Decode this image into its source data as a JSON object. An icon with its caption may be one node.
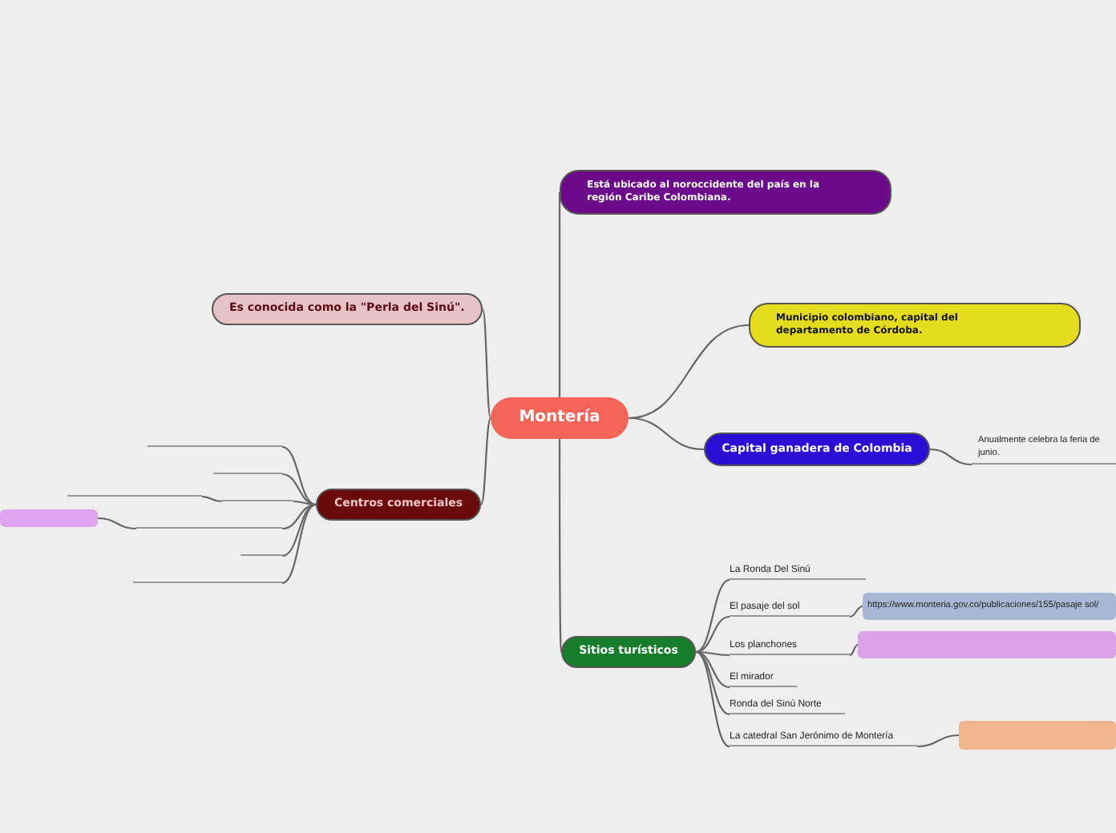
{
  "diagram": {
    "nodes": [
      {
        "text": [
          "Montería"
        ]
      },
      {
        "text": [
          "Está ubicado al noroccidente del país en la región Caribe Colombiana."
        ]
      },
      {
        "text": [
          "Municipio colombiano, capital del departamento de Córdoba."
        ]
      },
      {
        "text": [
          "Capital ganadera de Colombia"
        ]
      },
      {
        "text": [
          "Anualmente celebra la feria de junio."
        ]
      },
      {
        "text": [
          "Sitios turísticos"
        ]
      },
      {
        "text": [
          "La Ronda Del Sinú"
        ]
      },
      {
        "text": [
          "El pasaje del sol"
        ]
      },
      {
        "text": [
          "https://www.monteria.gov.co/publicaciones/155/pasaje sol/"
        ]
      },
      {
        "text": [
          "Los planchones"
        ]
      },
      {
        "text": [],
        "shape": "box"
      },
      {
        "text": [
          "El mirador"
        ]
      },
      {
        "text": [
          "Ronda del Sinú Norte"
        ]
      },
      {
        "text": [
          "La catedral San Jerónimo de Montería"
        ]
      },
      {
        "text": [],
        "shape": "box"
      },
      {
        "text": [
          "Es conocida como la \"Perla del Sinú\"."
        ]
      },
      {
        "text": [
          "Centros comerciales"
        ]
      },
      {
        "text": [],
        "shape": "bar"
      },
      {
        "text": [],
        "shape": "bar"
      },
      {
        "text": [],
        "shape": "bar"
      },
      {
        "text": [],
        "shape": "bar"
      },
      {
        "text": [],
        "shape": "bar"
      },
      {
        "text": [],
        "shape": "box"
      },
      {
        "text": [],
        "shape": "bar"
      },
      {
        "text": [],
        "shape": "bar"
      }
    ],
    "edges": [
      {
        "from": 0,
        "to": 1,
        "arrow": "none"
      },
      {
        "from": 0,
        "to": 2,
        "arrow": "none"
      },
      {
        "from": 0,
        "to": 3,
        "arrow": "none"
      },
      {
        "from": 3,
        "to": 4,
        "arrow": "none"
      },
      {
        "from": 0,
        "to": 5,
        "arrow": "none"
      },
      {
        "from": 5,
        "to": 6,
        "arrow": "none"
      },
      {
        "from": 5,
        "to": 7,
        "arrow": "none"
      },
      {
        "from": 7,
        "to": 8,
        "arrow": "none"
      },
      {
        "from": 5,
        "to": 9,
        "arrow": "none"
      },
      {
        "from": 9,
        "to": 10,
        "arrow": "none"
      },
      {
        "from": 5,
        "to": 11,
        "arrow": "none"
      },
      {
        "from": 5,
        "to": 12,
        "arrow": "none"
      },
      {
        "from": 5,
        "to": 13,
        "arrow": "none"
      },
      {
        "from": 13,
        "to": 14,
        "arrow": "none"
      },
      {
        "from": 0,
        "to": 15,
        "arrow": "none"
      },
      {
        "from": 0,
        "to": 16,
        "arrow": "none"
      },
      {
        "from": 16,
        "to": 17,
        "arrow": "none"
      },
      {
        "from": 16,
        "to": 18,
        "arrow": "none"
      },
      {
        "from": 16,
        "to": 19,
        "arrow": "none"
      },
      {
        "from": 19,
        "to": 20,
        "arrow": "none"
      },
      {
        "from": 16,
        "to": 21,
        "arrow": "none"
      },
      {
        "from": 21,
        "to": 22,
        "arrow": "none"
      },
      {
        "from": 16,
        "to": 23,
        "arrow": "none"
      },
      {
        "from": 16,
        "to": 24,
        "arrow": "none"
      }
    ]
  }
}
